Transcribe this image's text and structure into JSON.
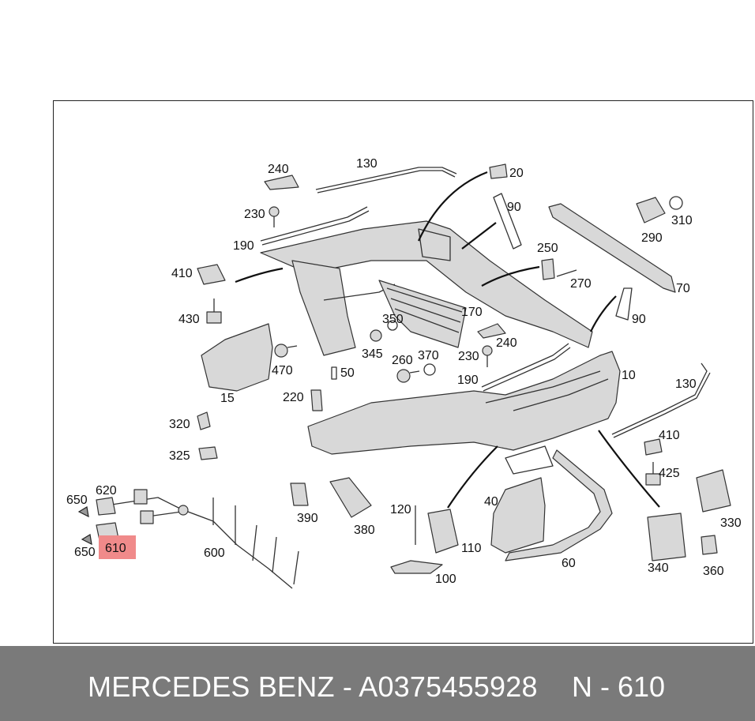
{
  "footer": {
    "part_title": "MERCEDES BENZ - A0375455928",
    "position_ref": "N - 610"
  },
  "highlight_color": "#f08a8a",
  "callouts": [
    {
      "id": "c240a",
      "text": "240"
    },
    {
      "id": "c130a",
      "text": "130"
    },
    {
      "id": "c20",
      "text": "20"
    },
    {
      "id": "c90a",
      "text": "90"
    },
    {
      "id": "c230a",
      "text": "230"
    },
    {
      "id": "c190a",
      "text": "190"
    },
    {
      "id": "c310",
      "text": "310"
    },
    {
      "id": "c290",
      "text": "290"
    },
    {
      "id": "c250",
      "text": "250"
    },
    {
      "id": "c410a",
      "text": "410"
    },
    {
      "id": "c270",
      "text": "270"
    },
    {
      "id": "c70",
      "text": "70"
    },
    {
      "id": "c170",
      "text": "170"
    },
    {
      "id": "c90b",
      "text": "90"
    },
    {
      "id": "c430",
      "text": "430"
    },
    {
      "id": "c350",
      "text": "350"
    },
    {
      "id": "c240b",
      "text": "240"
    },
    {
      "id": "c345",
      "text": "345"
    },
    {
      "id": "c230b",
      "text": "230"
    },
    {
      "id": "c260",
      "text": "260"
    },
    {
      "id": "c370",
      "text": "370"
    },
    {
      "id": "c470",
      "text": "470"
    },
    {
      "id": "c50",
      "text": "50"
    },
    {
      "id": "c10",
      "text": "10"
    },
    {
      "id": "c190b",
      "text": "190"
    },
    {
      "id": "c15",
      "text": "15"
    },
    {
      "id": "c220",
      "text": "220"
    },
    {
      "id": "c130b",
      "text": "130"
    },
    {
      "id": "c320",
      "text": "320"
    },
    {
      "id": "c410b",
      "text": "410"
    },
    {
      "id": "c325",
      "text": "325"
    },
    {
      "id": "c425",
      "text": "425"
    },
    {
      "id": "c650a",
      "text": "650"
    },
    {
      "id": "c620",
      "text": "620"
    },
    {
      "id": "c40",
      "text": "40"
    },
    {
      "id": "c330",
      "text": "330"
    },
    {
      "id": "c390",
      "text": "390"
    },
    {
      "id": "c120",
      "text": "120"
    },
    {
      "id": "c380",
      "text": "380"
    },
    {
      "id": "c110",
      "text": "110"
    },
    {
      "id": "c650b",
      "text": "650"
    },
    {
      "id": "c610",
      "text": "610"
    },
    {
      "id": "c600",
      "text": "600"
    },
    {
      "id": "c60",
      "text": "60"
    },
    {
      "id": "c340",
      "text": "340"
    },
    {
      "id": "c360",
      "text": "360"
    },
    {
      "id": "c100",
      "text": "100"
    }
  ]
}
